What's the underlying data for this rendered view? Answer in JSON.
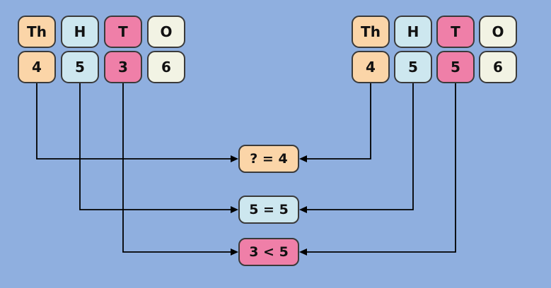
{
  "left_group": {
    "labels": [
      "Th",
      "H",
      "T",
      "O"
    ],
    "digits": [
      "4",
      "5",
      "3",
      "6"
    ]
  },
  "right_group": {
    "labels": [
      "Th",
      "H",
      "T",
      "O"
    ],
    "digits": [
      "4",
      "5",
      "5",
      "6"
    ]
  },
  "comparisons": [
    {
      "place": "thousands",
      "text": "? = 4",
      "color": "#fbd5a8"
    },
    {
      "place": "hundreds",
      "text": "5 = 5",
      "color": "#cde7ef"
    },
    {
      "place": "tens",
      "text": "3 < 5",
      "color": "#ef7fa8"
    }
  ],
  "colors": {
    "background": "#8fafdf",
    "thousands": "#fbd5a8",
    "hundreds": "#cde7ef",
    "tens": "#ef7fa8",
    "ones": "#f2f3e4",
    "border": "#3a3a3a",
    "arrow": "#000000"
  }
}
